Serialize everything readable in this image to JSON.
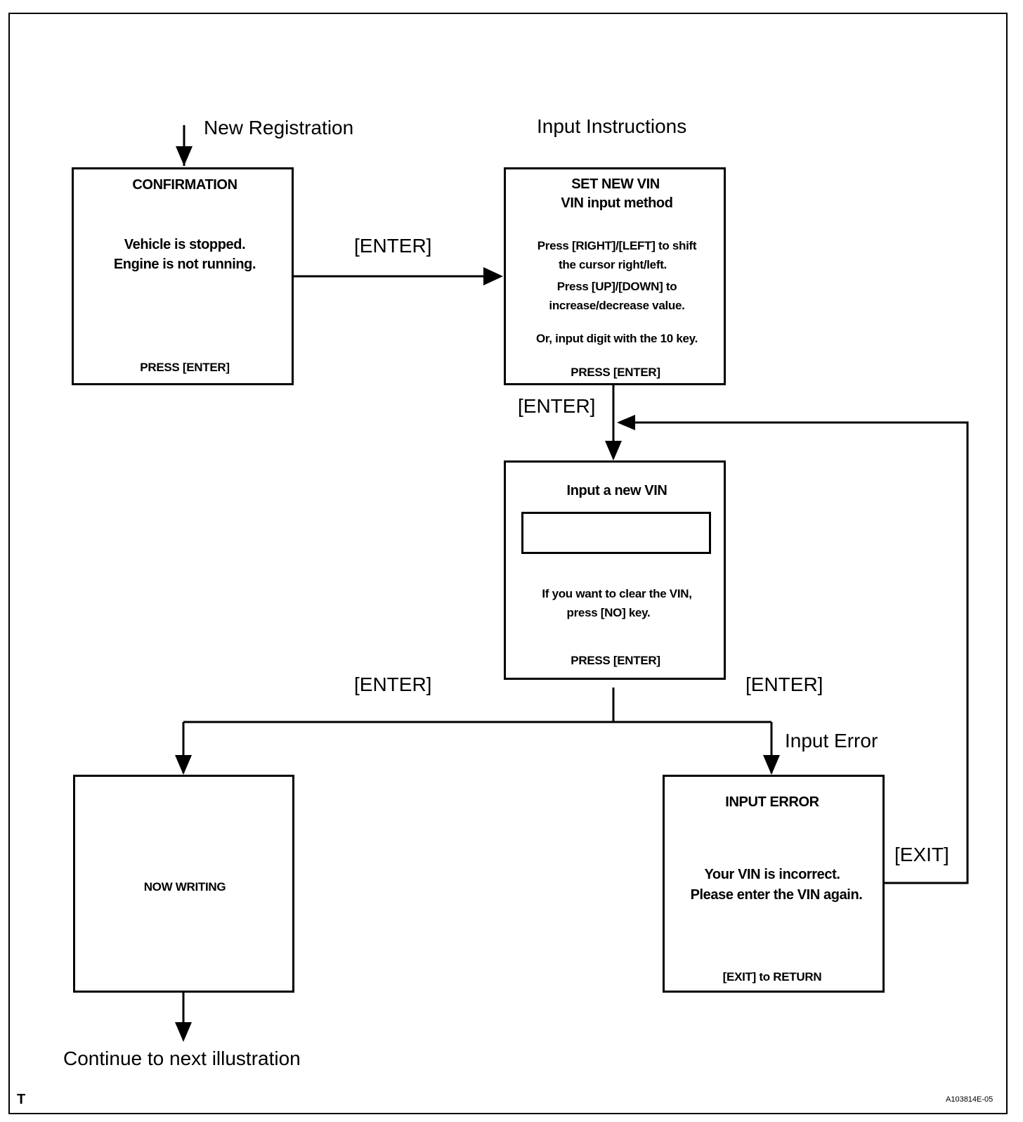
{
  "labels": {
    "new_registration": "New Registration",
    "input_instructions": "Input Instructions",
    "enter_1": "[ENTER]",
    "enter_2": "[ENTER]",
    "enter_3": "[ENTER]",
    "enter_4": "[ENTER]",
    "input_error": "Input Error",
    "exit": "[EXIT]",
    "continue": "Continue to next illustration"
  },
  "boxes": {
    "confirmation": {
      "title": "CONFIRMATION",
      "line1": "Vehicle is stopped.",
      "line2": "Engine is not running.",
      "footer": "PRESS [ENTER]"
    },
    "set_new_vin": {
      "title": "SET NEW VIN",
      "subtitle": "VIN input method",
      "line1": "Press [RIGHT]/[LEFT] to shift",
      "line2": "the cursor right/left.",
      "line3": "Press [UP]/[DOWN]  to",
      "line4": "increase/decrease value.",
      "line5": "Or, input digit with the 10 key.",
      "footer": "PRESS [ENTER]"
    },
    "input_vin": {
      "title": "Input a new VIN",
      "field_value": "",
      "line1": "If you want to clear the VIN,",
      "line2": "press [NO] key.",
      "footer": "PRESS [ENTER]"
    },
    "now_writing": {
      "title": "NOW WRITING"
    },
    "input_error": {
      "title": "INPUT  ERROR",
      "line1": "Your VIN is incorrect.",
      "line2": "Please enter the VIN again.",
      "footer": "[EXIT] to RETURN"
    }
  },
  "corner": {
    "left": "T",
    "right": "A103814E-05"
  }
}
